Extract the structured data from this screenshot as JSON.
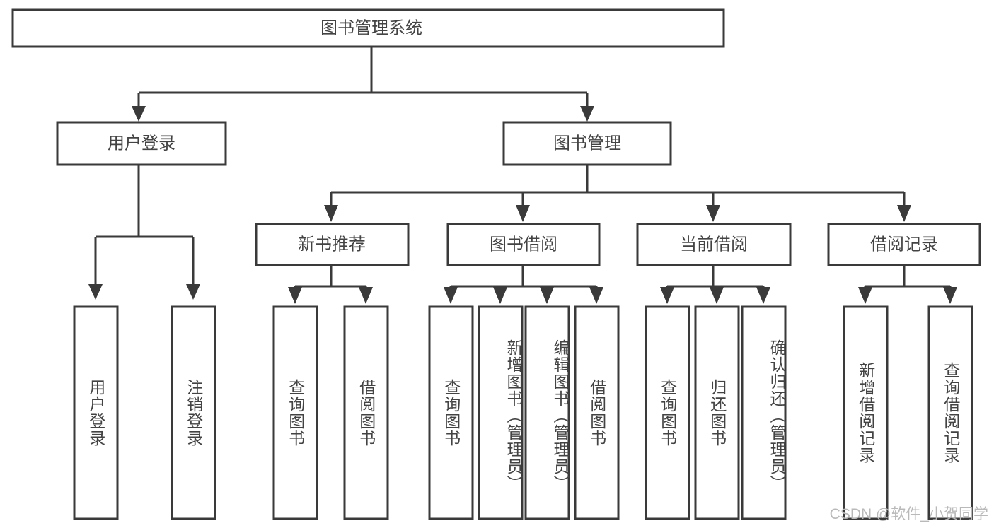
{
  "diagram": {
    "title": "图书管理系统",
    "type": "hierarchy-tree",
    "root": {
      "id": "root",
      "label": "图书管理系统"
    },
    "level2": [
      {
        "id": "user-login",
        "label": "用户登录"
      },
      {
        "id": "book-manage",
        "label": "图书管理"
      }
    ],
    "level3": [
      {
        "id": "new-book-recommend",
        "label": "新书推荐",
        "parent": "book-manage"
      },
      {
        "id": "book-borrow",
        "label": "图书借阅",
        "parent": "book-manage"
      },
      {
        "id": "current-borrow",
        "label": "当前借阅",
        "parent": "book-manage"
      },
      {
        "id": "borrow-record",
        "label": "借阅记录",
        "parent": "book-manage"
      }
    ],
    "leaves": [
      {
        "id": "leaf-user-login",
        "label": "用户登录",
        "parent": "user-login"
      },
      {
        "id": "leaf-logout-login",
        "label": "注销登录",
        "parent": "user-login"
      },
      {
        "id": "leaf-query-book-1",
        "label": "查询图书",
        "parent": "new-book-recommend"
      },
      {
        "id": "leaf-borrow-book-1",
        "label": "借阅图书",
        "parent": "new-book-recommend"
      },
      {
        "id": "leaf-query-book-2",
        "label": "查询图书",
        "parent": "book-borrow"
      },
      {
        "id": "leaf-add-book",
        "label": "新增图书（管理员）",
        "parent": "book-borrow"
      },
      {
        "id": "leaf-edit-book",
        "label": "编辑图书（管理员）",
        "parent": "book-borrow"
      },
      {
        "id": "leaf-borrow-book-2",
        "label": "借阅图书",
        "parent": "book-borrow"
      },
      {
        "id": "leaf-query-book-3",
        "label": "查询图书",
        "parent": "current-borrow"
      },
      {
        "id": "leaf-return-book",
        "label": "归还图书",
        "parent": "current-borrow"
      },
      {
        "id": "leaf-confirm-return",
        "label": "确认归还（管理员）",
        "parent": "current-borrow"
      },
      {
        "id": "leaf-add-record",
        "label": "新增借阅记录",
        "parent": "borrow-record"
      },
      {
        "id": "leaf-query-record",
        "label": "查询借阅记录",
        "parent": "borrow-record"
      }
    ],
    "watermark": "CSDN @软件_小贺同学",
    "colors": {
      "line": "#3a3a3a",
      "text": "#434343",
      "background": "#ffffff",
      "watermark": "#b9b9b9"
    }
  }
}
